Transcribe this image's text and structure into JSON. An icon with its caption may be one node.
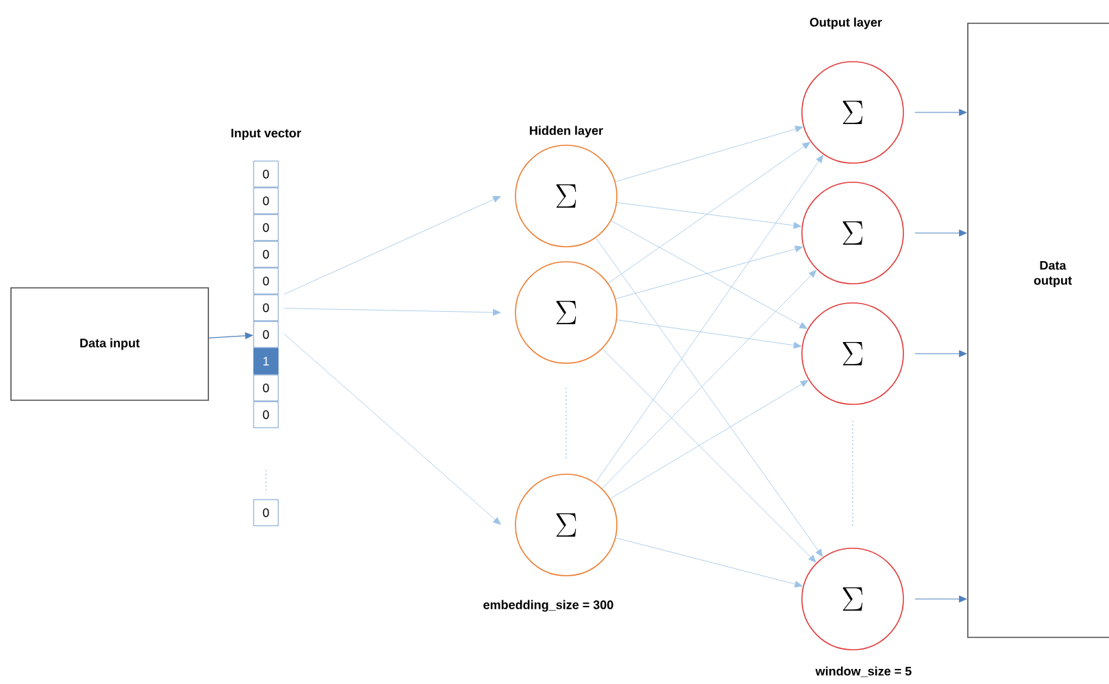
{
  "diagram": {
    "nodes": [
      {
        "text": [
          "Data input"
        ]
      },
      {
        "text": [
          "0"
        ]
      },
      {
        "text": [
          "0"
        ]
      },
      {
        "text": [
          "0"
        ]
      },
      {
        "text": [
          "0"
        ]
      },
      {
        "text": [
          "0"
        ]
      },
      {
        "text": [
          "0"
        ]
      },
      {
        "text": [
          "0"
        ]
      },
      {
        "text": [
          "1"
        ]
      },
      {
        "text": [
          "0"
        ]
      },
      {
        "text": [
          "0"
        ]
      },
      {
        "text": [
          "0"
        ]
      },
      {
        "text": [
          "\\Sigma"
        ]
      },
      {
        "text": [
          "\\Sigma"
        ]
      },
      {
        "text": [
          "\\Sigma"
        ]
      },
      {
        "text": [
          "\\Sigma"
        ]
      },
      {
        "text": [
          "\\Sigma"
        ]
      },
      {
        "text": [
          "\\Sigma"
        ]
      },
      {
        "text": [
          "\\Sigma"
        ]
      },
      {
        "text": [
          "Data output"
        ]
      }
    ],
    "edges": [
      {
        "from": 0,
        "to": 7,
        "arrow": "to",
        "color": "#4f81bd"
      },
      {
        "from": 6,
        "to": 12,
        "arrow": "to"
      },
      {
        "from": 6,
        "to": 13,
        "arrow": "to"
      },
      {
        "from": 6,
        "to": 14,
        "arrow": "to"
      },
      {
        "from": 12,
        "to": 15,
        "arrow": "to"
      },
      {
        "from": 12,
        "to": 16,
        "arrow": "to"
      },
      {
        "from": 12,
        "to": 17,
        "arrow": "to"
      },
      {
        "from": 12,
        "to": 18,
        "arrow": "to"
      },
      {
        "from": 13,
        "to": 15,
        "arrow": "to"
      },
      {
        "from": 13,
        "to": 16,
        "arrow": "to"
      },
      {
        "from": 13,
        "to": 17,
        "arrow": "to"
      },
      {
        "from": 13,
        "to": 18,
        "arrow": "to"
      },
      {
        "from": 14,
        "to": 15,
        "arrow": "to"
      },
      {
        "from": 14,
        "to": 16,
        "arrow": "to"
      },
      {
        "from": 14,
        "to": 17,
        "arrow": "to"
      },
      {
        "from": 14,
        "to": 18,
        "arrow": "to"
      },
      {
        "from": 15,
        "to": 19,
        "arrow": "to",
        "color": "#4f81bd"
      },
      {
        "from": 16,
        "to": 19,
        "arrow": "to",
        "color": "#4f81bd"
      },
      {
        "from": 17,
        "to": 19,
        "arrow": "to",
        "color": "#4f81bd"
      },
      {
        "from": 18,
        "to": 19,
        "arrow": "to",
        "color": "#4f81bd"
      }
    ],
    "labels": [
      "Input vector",
      "Hidden layer",
      "Output layer",
      "embedding_size = 300",
      "window_size = 5"
    ]
  }
}
